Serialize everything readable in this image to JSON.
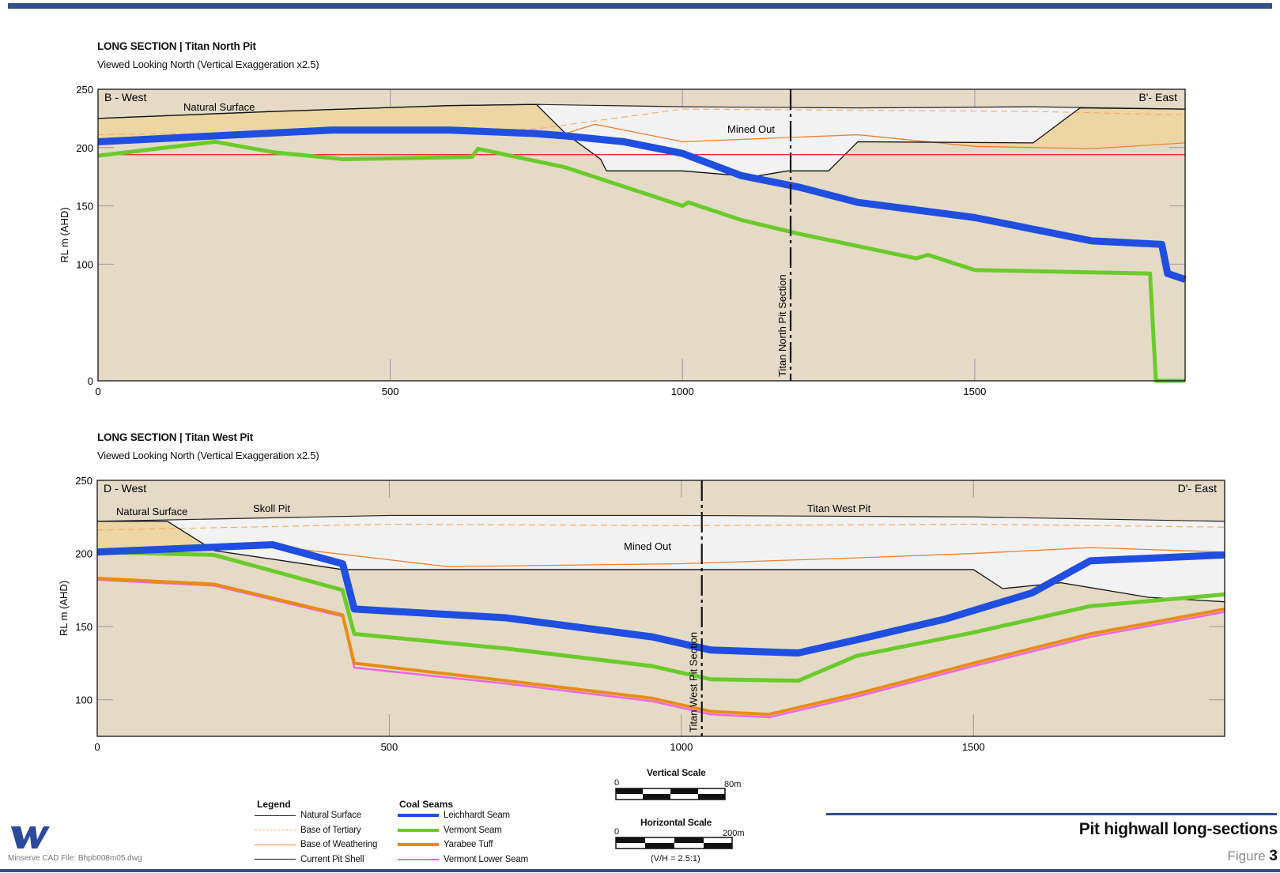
{
  "sections": [
    {
      "title": "LONG SECTION  |  Titan North Pit",
      "subtitle": "Viewed Looking North (Vertical Exaggeration x2.5)",
      "left_label": "B - West",
      "right_label": "B'- East",
      "ylabel": "RL m (AHD)",
      "yticks": [
        "250",
        "200",
        "150",
        "100",
        "0"
      ],
      "xticks": [
        "0",
        "500",
        "1000",
        "1500"
      ],
      "section_line_label": "Titan North Pit  Section",
      "annotations": [
        "Natural Surface",
        "Mined Out"
      ]
    },
    {
      "title": "LONG SECTION  |  Titan West Pit",
      "subtitle": "Viewed Looking North (Vertical Exaggeration x2.5)",
      "left_label": "D - West",
      "right_label": "D'- East",
      "ylabel": "RL m (AHD)",
      "yticks": [
        "250",
        "200",
        "150",
        "100"
      ],
      "xticks": [
        "0",
        "500",
        "1000",
        "1500"
      ],
      "section_line_label": "Titan West Pit Section",
      "annotations": [
        "Natural Surface",
        "Skoll Pit",
        "Titan West Pit",
        "Mined Out"
      ]
    }
  ],
  "chart_data": [
    {
      "type": "area",
      "title": "LONG SECTION  |  Titan North Pit",
      "xlabel": "",
      "ylabel": "RL m (AHD)",
      "xlim": [
        0,
        1860
      ],
      "ylim": [
        0,
        250
      ],
      "section_line_x": 1185,
      "series": [
        {
          "name": "Natural Surface",
          "x": [
            0,
            300,
            600,
            750,
            1000,
            1300,
            1600,
            1860
          ],
          "y": [
            225,
            231,
            236,
            237,
            235,
            234,
            235,
            233
          ]
        },
        {
          "name": "Base of Tertiary",
          "x": [
            0,
            750,
            1000,
            1300,
            1600,
            1860
          ],
          "y": [
            211,
            216,
            233,
            232,
            231,
            228
          ]
        },
        {
          "name": "Base of Weathering",
          "x": [
            0,
            400,
            700,
            800,
            850,
            1000,
            1300,
            1500,
            1700,
            1860
          ],
          "y": [
            205,
            216,
            211,
            212,
            220,
            205,
            211,
            201,
            199,
            204
          ]
        },
        {
          "name": "Current Pit Shell",
          "x": [
            0,
            300,
            600,
            750,
            800,
            860,
            870,
            1000,
            1120,
            1180,
            1250,
            1300,
            1600,
            1680,
            1860
          ],
          "y": [
            225,
            231,
            236,
            237,
            212,
            190,
            180,
            180,
            175,
            180,
            180,
            205,
            204,
            234,
            233
          ]
        },
        {
          "name": "Leichhardt Seam",
          "x": [
            0,
            400,
            600,
            750,
            800,
            900,
            1000,
            1100,
            1200,
            1300,
            1500,
            1700,
            1820,
            1830,
            1860
          ],
          "y": [
            205,
            215,
            215,
            212,
            210,
            205,
            195,
            176,
            166,
            153,
            140,
            120,
            117,
            92,
            87
          ]
        },
        {
          "name": "Vermont Seam",
          "x": [
            0,
            200,
            300,
            420,
            640,
            650,
            800,
            1000,
            1010,
            1100,
            1200,
            1400,
            1420,
            1500,
            1800,
            1810,
            1860
          ],
          "y": [
            193,
            205,
            196,
            190,
            192,
            199,
            183,
            150,
            153,
            138,
            126,
            105,
            108,
            95,
            92,
            0,
            0
          ]
        },
        {
          "name": "Yarabee Tuff",
          "x": [
            0,
            1860
          ],
          "y": [
            194,
            194
          ]
        }
      ]
    },
    {
      "type": "area",
      "title": "LONG SECTION  |  Titan West Pit",
      "xlabel": "",
      "ylabel": "RL m (AHD)",
      "xlim": [
        0,
        1930
      ],
      "ylim": [
        75,
        250
      ],
      "section_line_x": 1035,
      "series": [
        {
          "name": "Natural Surface",
          "x": [
            0,
            500,
            1000,
            1500,
            1930
          ],
          "y": [
            222,
            226,
            226,
            225,
            222
          ]
        },
        {
          "name": "Base of Tertiary",
          "x": [
            0,
            500,
            1000,
            1500,
            1930
          ],
          "y": [
            216,
            220,
            219,
            220,
            218
          ]
        },
        {
          "name": "Base of Weathering",
          "x": [
            0,
            300,
            600,
            800,
            1000,
            1300,
            1500,
            1700,
            1930
          ],
          "y": [
            201,
            205,
            191,
            192,
            193,
            197,
            200,
            204,
            201
          ]
        },
        {
          "name": "Current Pit Shell",
          "x": [
            0,
            120,
            200,
            420,
            1500,
            1550,
            1650,
            1800,
            1930
          ],
          "y": [
            222,
            222,
            202,
            189,
            189,
            176,
            180,
            170,
            167
          ]
        },
        {
          "name": "Leichhardt Seam",
          "x": [
            0,
            300,
            420,
            440,
            700,
            950,
            1050,
            1200,
            1300,
            1450,
            1600,
            1700,
            1930
          ],
          "y": [
            201,
            206,
            193,
            162,
            156,
            143,
            134,
            132,
            141,
            155,
            173,
            195,
            199
          ]
        },
        {
          "name": "Vermont Seam",
          "x": [
            0,
            200,
            420,
            440,
            700,
            950,
            1050,
            1200,
            1300,
            1500,
            1700,
            1930
          ],
          "y": [
            201,
            199,
            175,
            145,
            135,
            123,
            114,
            113,
            130,
            146,
            164,
            172
          ]
        },
        {
          "name": "Yarabee Tuff",
          "x": [
            0,
            200,
            420,
            440,
            700,
            950,
            1050,
            1150,
            1300,
            1500,
            1700,
            1930
          ],
          "y": [
            183,
            179,
            158,
            125,
            113,
            101,
            92,
            90,
            104,
            125,
            145,
            162
          ]
        },
        {
          "name": "Vermont Lower Seam",
          "x": [
            0,
            200,
            420,
            440,
            700,
            950,
            1050,
            1150,
            1300,
            1500,
            1700,
            1930
          ],
          "y": [
            182,
            178,
            157,
            122,
            111,
            99,
            90,
            88,
            102,
            123,
            143,
            160
          ]
        }
      ]
    }
  ],
  "legend": {
    "title": "Legend",
    "items": [
      "Natural Surface",
      "Base of Tertiary",
      "Base of Weathering",
      "Current Pit Shell"
    ],
    "coal_title": "Coal Seams",
    "coal_items": [
      "Leichhardt Seam",
      "Vermont Seam",
      "Yarabee Tuff",
      "Vermont Lower Seam"
    ],
    "colors": {
      "Natural Surface": "#222222",
      "Base of Tertiary": "#f0b070",
      "Base of Weathering": "#f08030",
      "Current Pit Shell": "#111111",
      "Leichhardt Seam": "#1f4ee0",
      "Vermont Seam": "#6acb2a",
      "Yarabee Tuff": "#e88c10",
      "Vermont Lower Seam": "#f064e6"
    }
  },
  "scales": {
    "vertical_title": "Vertical Scale",
    "vertical_left": "0",
    "vertical_right": "80m",
    "horizontal_title": "Horizontal Scale",
    "horizontal_left": "0",
    "horizontal_right": "200m",
    "ratio": "(V/H = 2.5:1)"
  },
  "figure": {
    "title": "Pit highwall long-sections",
    "label": "Figure",
    "number": "3",
    "cad_file": "Minserve CAD File: Bhpb008m05.dwg"
  }
}
